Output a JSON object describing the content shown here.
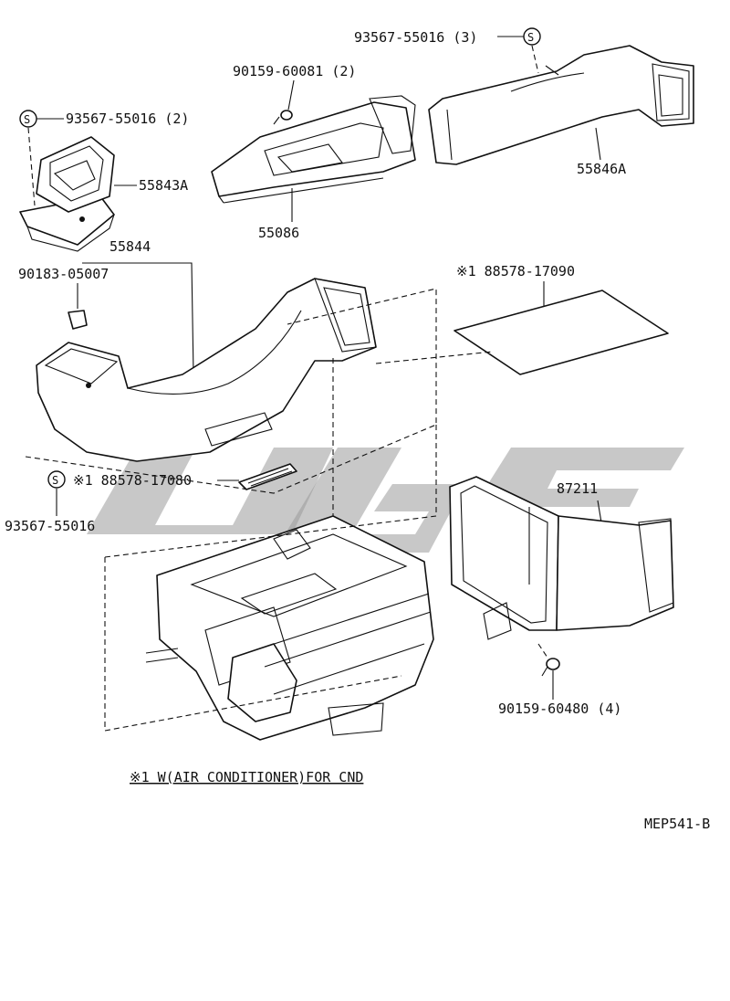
{
  "diagram_id": "MEP541-B",
  "footnote": "※1 W(AIR CONDITIONER)FOR CND",
  "parts": {
    "p93567_top": "93567-55016 (3)",
    "p90159_top": "90159-60081 (2)",
    "p93567_left": "93567-55016 (2)",
    "p55843A": "55843A",
    "p55086": "55086",
    "p55846A": "55846A",
    "p55844": "55844",
    "p90183": "90183-05007",
    "p88578_17090": "※1 88578-17090",
    "p88578_17080": "※1 88578-17080",
    "p93567_bottom": "93567-55016",
    "p87211": "87211",
    "p90159_bottom": "90159-60480 (4)"
  },
  "symbols": {
    "s_mark": "S"
  }
}
